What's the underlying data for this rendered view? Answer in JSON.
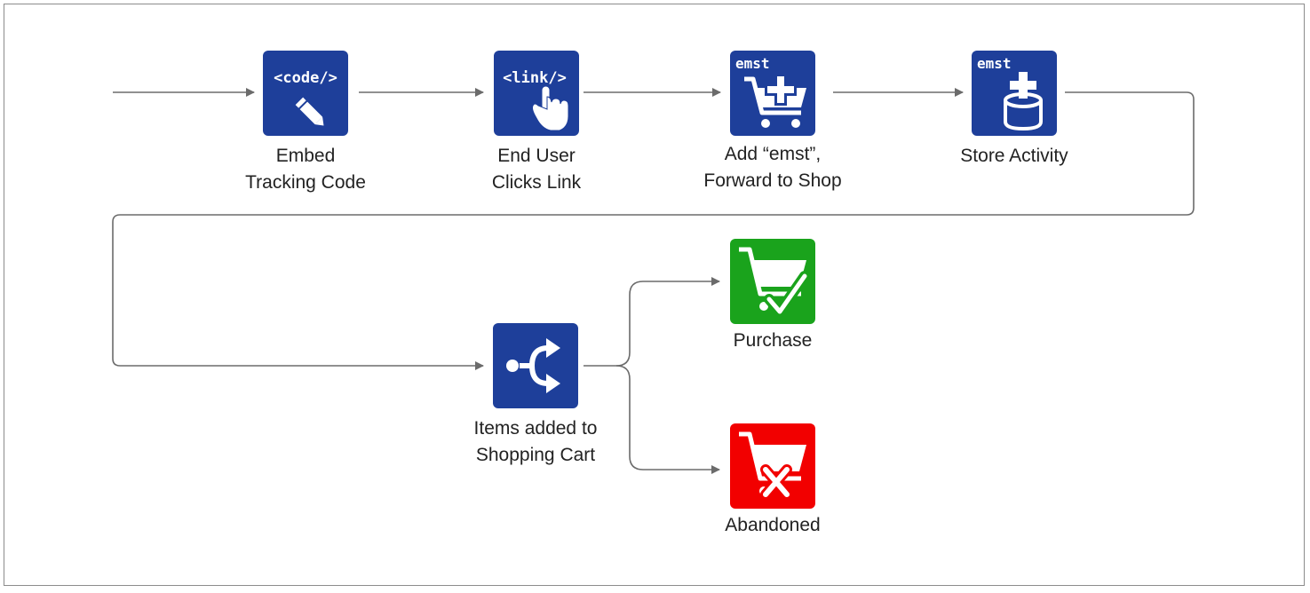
{
  "diagram": {
    "nodes": [
      {
        "id": "embed",
        "tag": "<code/>",
        "label_lines": [
          "Embed",
          "Tracking Code"
        ]
      },
      {
        "id": "click",
        "tag": "<link/>",
        "label_lines": [
          "End User",
          "Clicks Link"
        ]
      },
      {
        "id": "forward",
        "tag": "emst",
        "label_lines": [
          "Add “emst”,",
          "Forward to Shop"
        ]
      },
      {
        "id": "store",
        "tag": "emst",
        "label_lines": [
          "Store Activity"
        ]
      },
      {
        "id": "cart",
        "label_lines": [
          "Items added to",
          "Shopping Cart"
        ]
      },
      {
        "id": "purchase",
        "label_lines": [
          "Purchase"
        ]
      },
      {
        "id": "abandoned",
        "label_lines": [
          "Abandoned"
        ]
      }
    ],
    "colors": {
      "blue_tile": "#1e3f9a",
      "green_tile": "#1aa31c",
      "red_tile": "#f20000",
      "connector": "#6b6b6b",
      "frame_border": "#8c8c8c"
    },
    "icons": {
      "embed": "code-pencil-icon",
      "click": "link-hand-cursor-icon",
      "forward": "cart-plus-icon",
      "store": "database-plus-icon",
      "cart": "branch-split-icon",
      "purchase": "cart-check-icon",
      "abandoned": "cart-x-icon"
    }
  }
}
